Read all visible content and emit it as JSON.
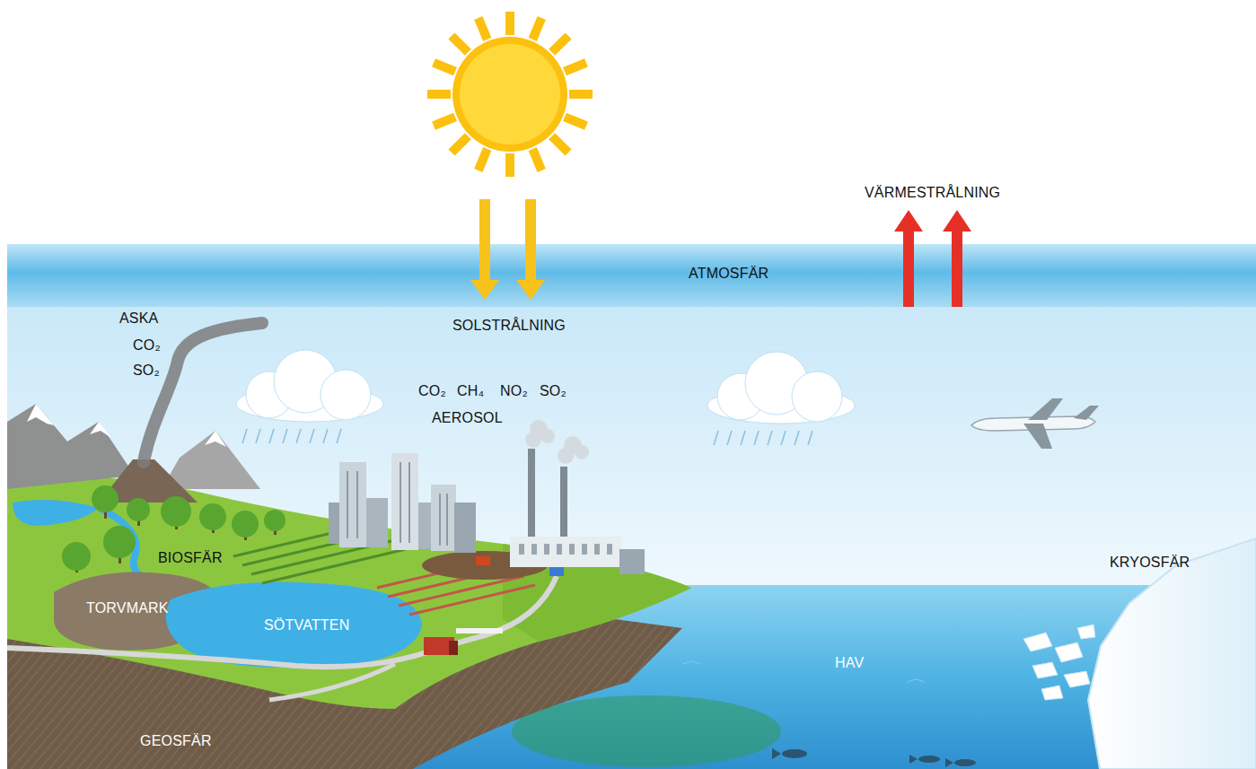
{
  "diagram": {
    "labels": [
      "VÄRMESTRÅLNING",
      "ATMOSFÄR",
      "SOLSTRÅLNING",
      "ASKA",
      "CO₂",
      "SO₂",
      "CO₂",
      "CH₄",
      "NO₂",
      "SO₂",
      "AEROSOL",
      "BIOSFÄR",
      "TORVMARK",
      "SÖTVATTEN",
      "HAV",
      "KRYOSFÄR",
      "GEOSFÄR"
    ]
  }
}
